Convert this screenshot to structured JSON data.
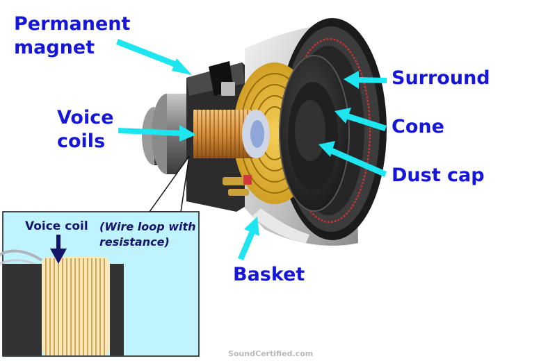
{
  "labels": {
    "permanent_magnet": [
      "Permanent",
      "magnet"
    ],
    "voice_coils": [
      "Voice",
      "coils"
    ],
    "surround": "Surround",
    "cone": "Cone",
    "dust_cap": "Dust cap",
    "basket": "Basket"
  },
  "inset": {
    "title": "Voice coil",
    "note": [
      "(Wire loop with",
      "resistance)"
    ]
  },
  "watermark": "SoundCertified.com",
  "colors": {
    "label_text": "#1616d8",
    "arrow": "#1ee6f0",
    "inset_bg": "#bff3fd",
    "coil_copper": "#d8903a",
    "surround_red": "#c83232",
    "inset_text": "#14146b"
  }
}
